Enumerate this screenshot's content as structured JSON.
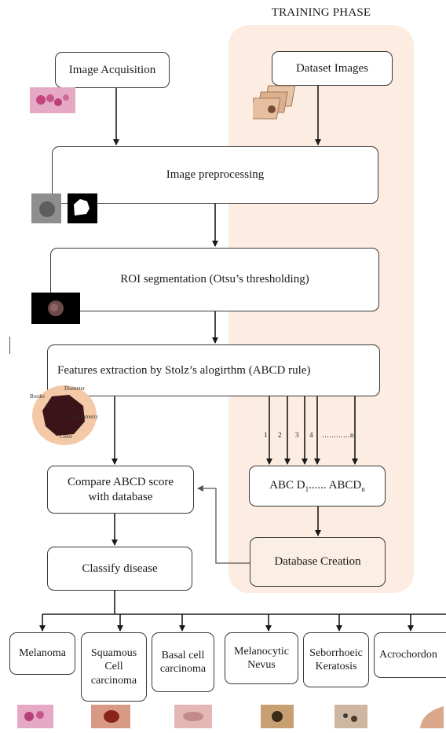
{
  "phase_title": "TRAINING PHASE",
  "nodes": {
    "acquisition": "Image Acquisition",
    "dataset": "Dataset Images",
    "preprocessing": "Image preprocessing",
    "segmentation": "ROI segmentation (Otsu’s thresholding)",
    "features": "Features extraction by Stolz’s alogirthm (ABCD rule)",
    "compare": "Compare ABCD score with database",
    "abcd_prefix": "ABC D",
    "abcd_sub1": "1",
    "abcd_mid": "...... ABCD",
    "abcd_subn": "n",
    "db_creation": "Database Creation",
    "classify": "Classify disease"
  },
  "arrow_labels": [
    "1",
    "2",
    "3",
    "4",
    "…………n"
  ],
  "lesion_labels": {
    "border": "Border",
    "diameter": "Diameter",
    "asymmetry": "Asymmetry",
    "color": "Color"
  },
  "classes": [
    {
      "label": "Melanoma"
    },
    {
      "label": "Squamous Cell carcinoma"
    },
    {
      "label": "Basal cell carcinoma"
    },
    {
      "label": "Melanocytic Nevus"
    },
    {
      "label": "Seborrhoeic Keratosis"
    },
    {
      "label": "Acrochordon"
    }
  ],
  "colors": {
    "phase_bg": "#fcece1",
    "box_border": "#3a3a3a",
    "arrow": "#1a1a1a",
    "feedback_arrow": "#555555"
  }
}
